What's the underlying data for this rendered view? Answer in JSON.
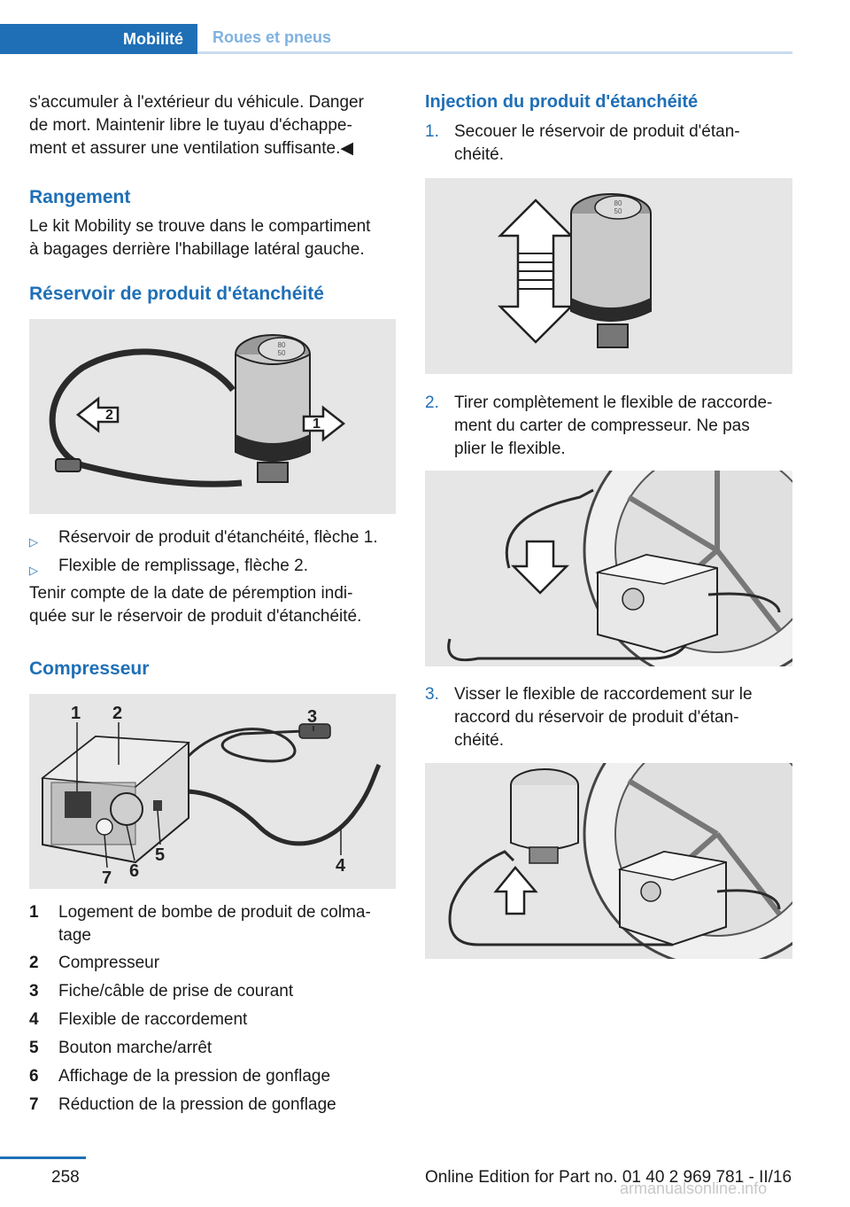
{
  "header": {
    "section": "Mobilité",
    "subsection": "Roues et pneus"
  },
  "left": {
    "intro": [
      "s'accumuler à l'extérieur du véhicule. Danger",
      "de mort. Maintenir libre le tuyau d'échappe-",
      "ment et assurer une ventilation suffisante.◀"
    ],
    "storage_title": "Rangement",
    "storage_text": [
      "Le kit Mobility se trouve dans le compartiment",
      "à bagages derrière l'habillage latéral gauche."
    ],
    "reservoir_title": "Réservoir de produit d'étanchéité",
    "reservoir_label": "80\n50",
    "reservoir_bullets": [
      "Réservoir de produit d'étanchéité, flèche 1.",
      "Flexible de remplissage, flèche 2."
    ],
    "reservoir_note": [
      "Tenir compte de la date de péremption indi-",
      "quée sur le réservoir de produit d'étanchéité."
    ],
    "compressor_title": "Compresseur",
    "compressor_callouts": [
      "1",
      "2",
      "3",
      "4",
      "5",
      "6",
      "7"
    ],
    "compressor_legend": [
      {
        "k": "1",
        "t": "Logement de bombe de produit de colma-tage"
      },
      {
        "k": "2",
        "t": "Compresseur"
      },
      {
        "k": "3",
        "t": "Fiche/câble de prise de courant"
      },
      {
        "k": "4",
        "t": "Flexible de raccordement"
      },
      {
        "k": "5",
        "t": "Bouton marche/arrêt"
      },
      {
        "k": "6",
        "t": "Affichage de la pression de gonflage"
      },
      {
        "k": "7",
        "t": "Réduction de la pression de gonflage"
      }
    ]
  },
  "right": {
    "title": "Injection du produit d'étanchéité",
    "steps": [
      {
        "n": "1.",
        "lines": [
          "Secouer le réservoir de produit d'étan-",
          "chéité."
        ]
      },
      {
        "n": "2.",
        "lines": [
          "Tirer complètement le flexible de raccorde-",
          "ment du carter de compresseur. Ne pas",
          "plier le flexible."
        ]
      },
      {
        "n": "3.",
        "lines": [
          "Visser le flexible de raccordement sur le",
          "raccord du réservoir de produit d'étan-",
          "chéité."
        ]
      }
    ]
  },
  "footer": {
    "page": "258",
    "edition": "Online Edition for Part no. 01 40 2 969 781 - II/16",
    "watermark": "armanualsonline.info"
  }
}
